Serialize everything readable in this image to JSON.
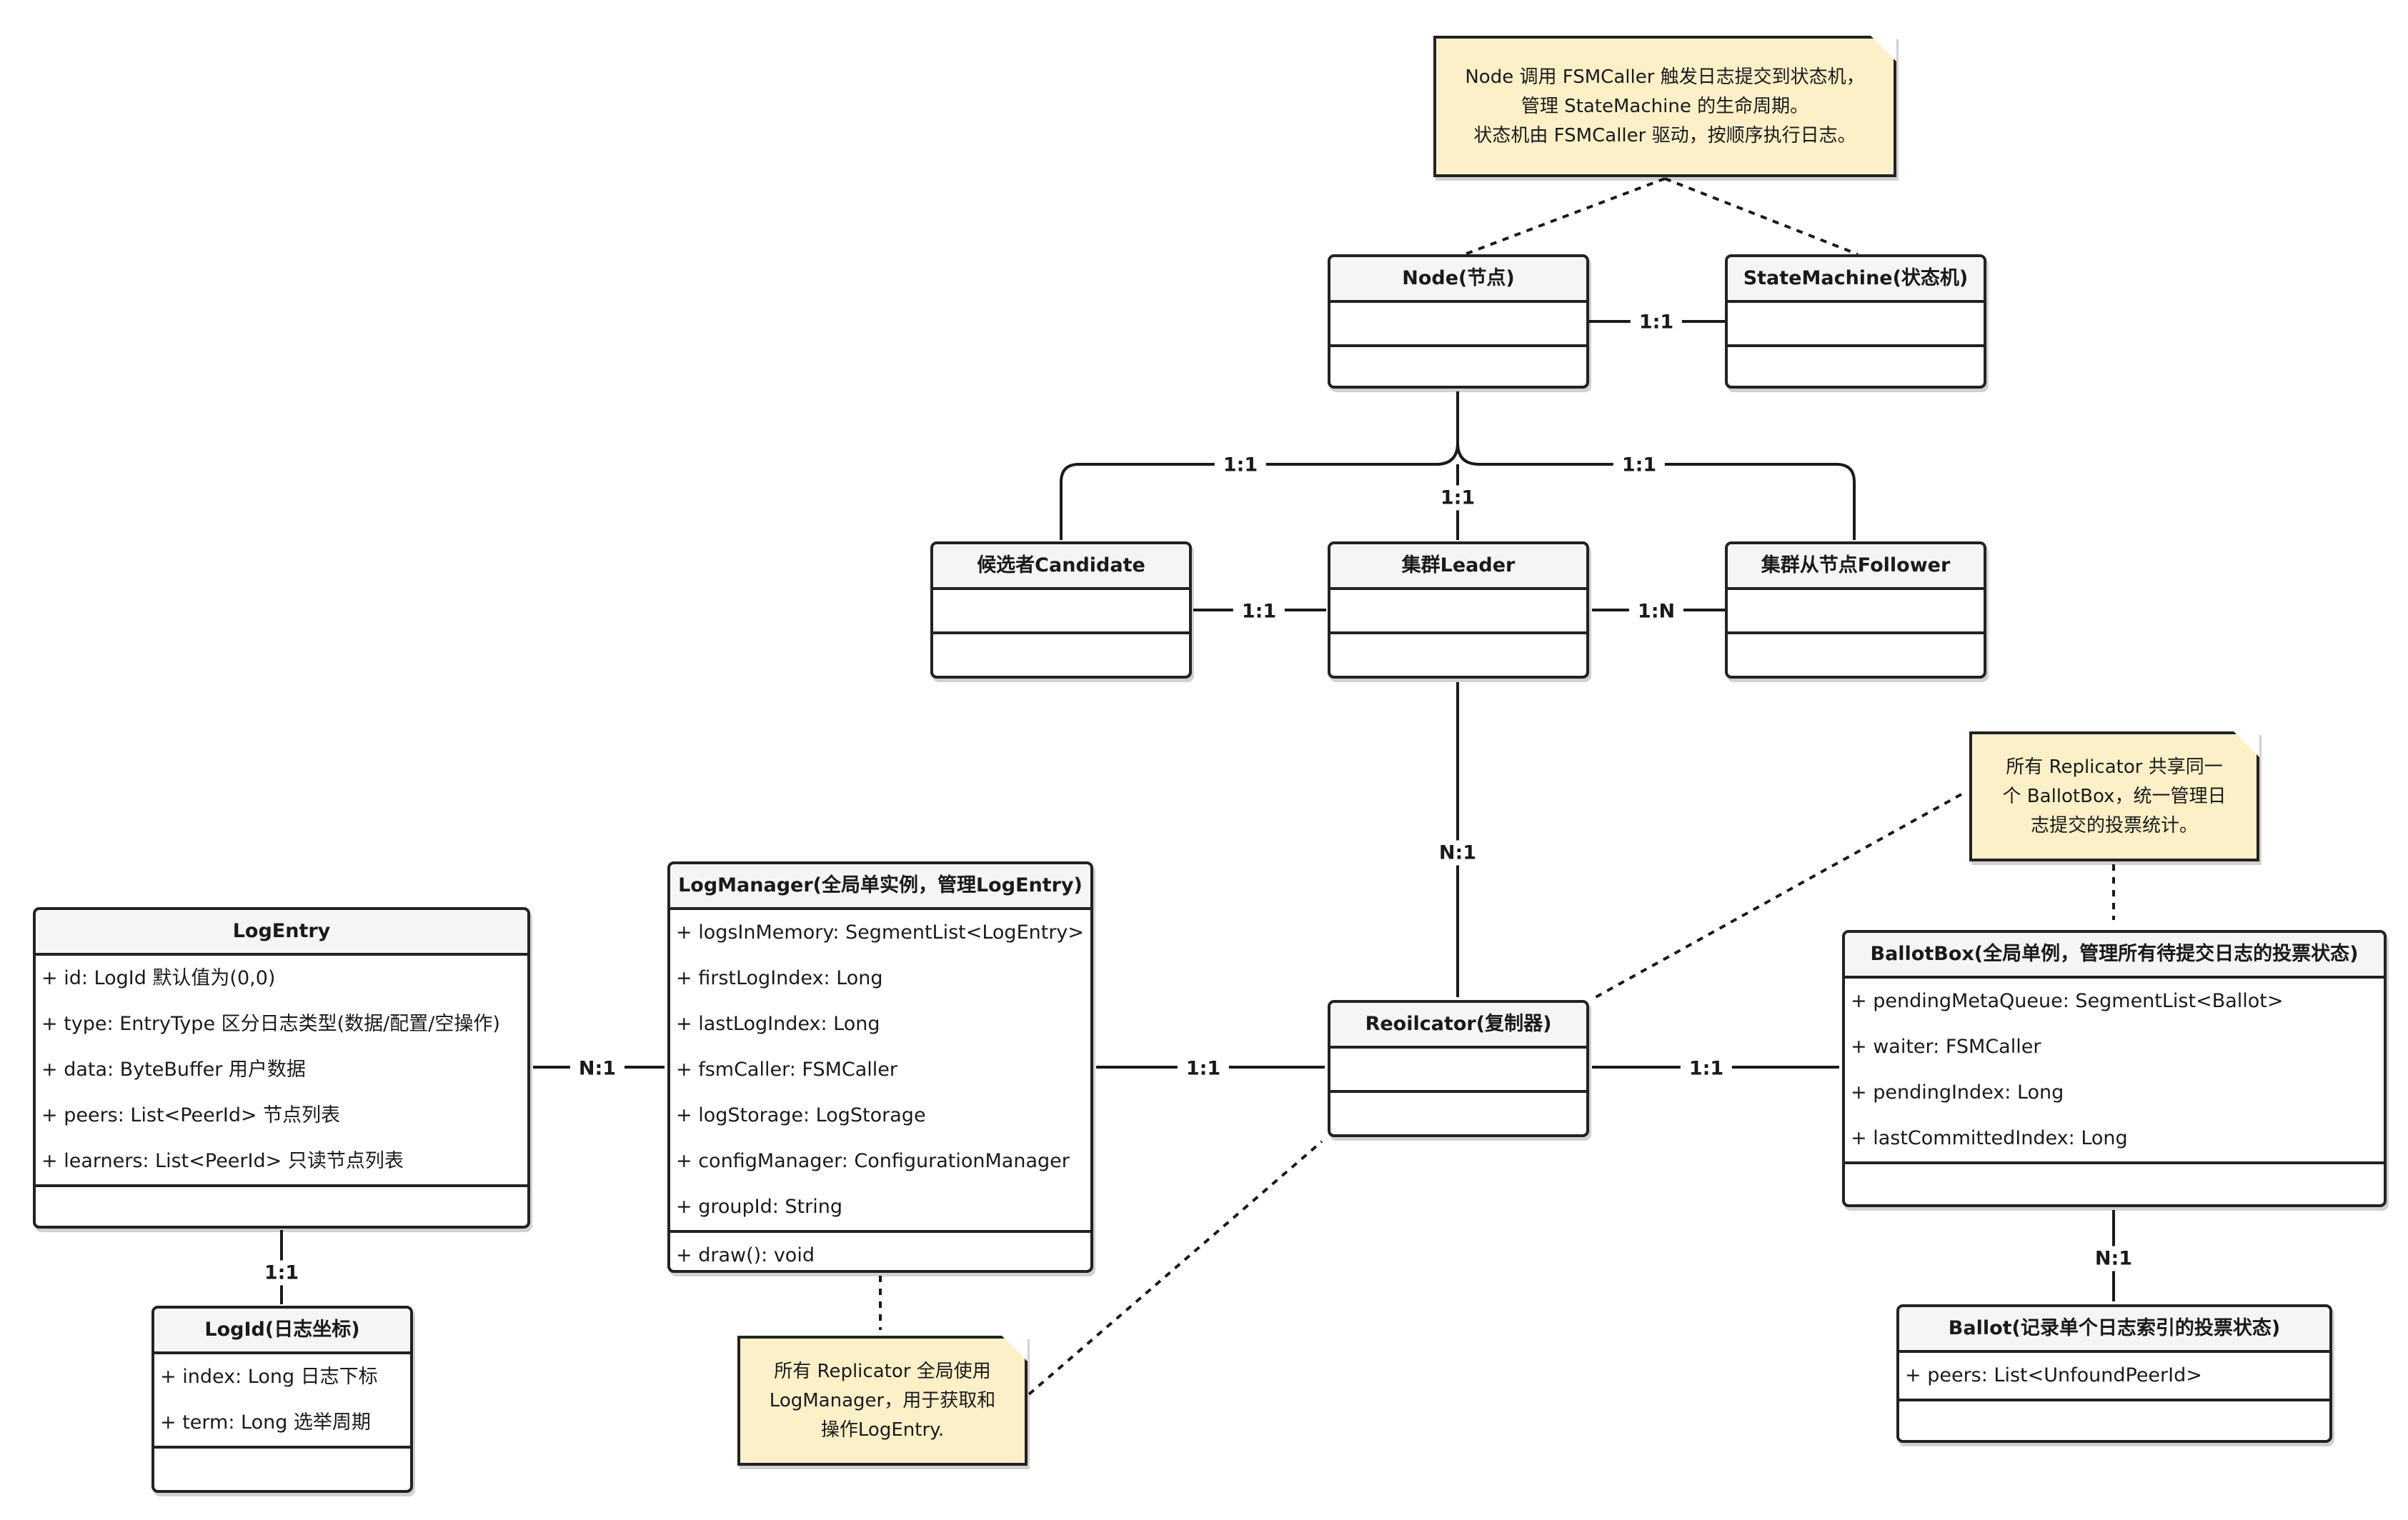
{
  "classes": {
    "node": {
      "name": "Node(节点)",
      "attributes": [],
      "methods": []
    },
    "state_machine": {
      "name": "StateMachine(状态机)",
      "attributes": [],
      "methods": []
    },
    "candidate": {
      "name": "候选者Candidate",
      "attributes": [],
      "methods": []
    },
    "leader": {
      "name": "集群Leader",
      "attributes": [],
      "methods": []
    },
    "follower": {
      "name": "集群从节点Follower",
      "attributes": [],
      "methods": []
    },
    "log_entry": {
      "name": "LogEntry",
      "attributes": [
        "+ id: LogId 默认值为(0,0)",
        "+ type: EntryType 区分日志类型(数据/配置/空操作)",
        "+ data: ByteBuffer 用户数据",
        "+ peers: List<PeerId> 节点列表",
        "+ learners: List<PeerId> 只读节点列表"
      ],
      "methods": []
    },
    "log_id": {
      "name": "LogId(日志坐标)",
      "attributes": [
        "+ index: Long 日志下标",
        "+ term: Long 选举周期"
      ],
      "methods": []
    },
    "log_manager": {
      "name": "LogManager(全局单实例，管理LogEntry)",
      "attributes": [
        "+ logsInMemory: SegmentList<LogEntry>",
        "+ firstLogIndex: Long",
        "+ lastLogIndex: Long",
        "+ fsmCaller: FSMCaller",
        "+ logStorage: LogStorage",
        "+ configManager: ConfigurationManager",
        "+ groupId: String"
      ],
      "methods": [
        "+ draw(): void"
      ]
    },
    "replicator": {
      "name": "Reoilcator(复制器)",
      "attributes": [],
      "methods": []
    },
    "ballot_box": {
      "name": "BallotBox(全局单例，管理所有待提交日志的投票状态)",
      "attributes": [
        "+ pendingMetaQueue: SegmentList<Ballot>",
        "+ waiter: FSMCaller",
        "+ pendingIndex: Long",
        "+ lastCommittedIndex: Long"
      ],
      "methods": []
    },
    "ballot": {
      "name": "Ballot(记录单个日志索引的投票状态)",
      "attributes": [
        "+ peers: List<UnfoundPeerId>"
      ],
      "methods": []
    }
  },
  "notes": {
    "node_note": {
      "lines": [
        "Node 调用 FSMCaller 触发日志提交到状态机，",
        "管理 StateMachine 的生命周期。",
        "状态机由 FSMCaller 驱动，按顺序执行日志。"
      ]
    },
    "ballot_note": {
      "lines": [
        "所有 Replicator 共享同一",
        "个 BallotBox，统一管理日",
        "志提交的投票统计。"
      ]
    },
    "log_note": {
      "lines": [
        "所有 Replicator 全局使用",
        "LogManager，用于获取和",
        "操作LogEntry."
      ]
    }
  },
  "multiplicities": {
    "node_state": "1:1",
    "node_candidate": "1:1",
    "node_leader": "1:1",
    "node_follower": "1:1",
    "candidate_leader": "1:1",
    "leader_follower": "1:N",
    "leader_replicator": "N:1",
    "logentry_logmanager": "N:1",
    "logmanager_replicator": "1:1",
    "replicator_ballotbox": "1:1",
    "logentry_logid": "1:1",
    "ballotbox_ballot": "N:1"
  },
  "colors": {
    "border": "#222222",
    "header_bg": "#f5f5f5",
    "note_bg": "#fcf0c8"
  }
}
